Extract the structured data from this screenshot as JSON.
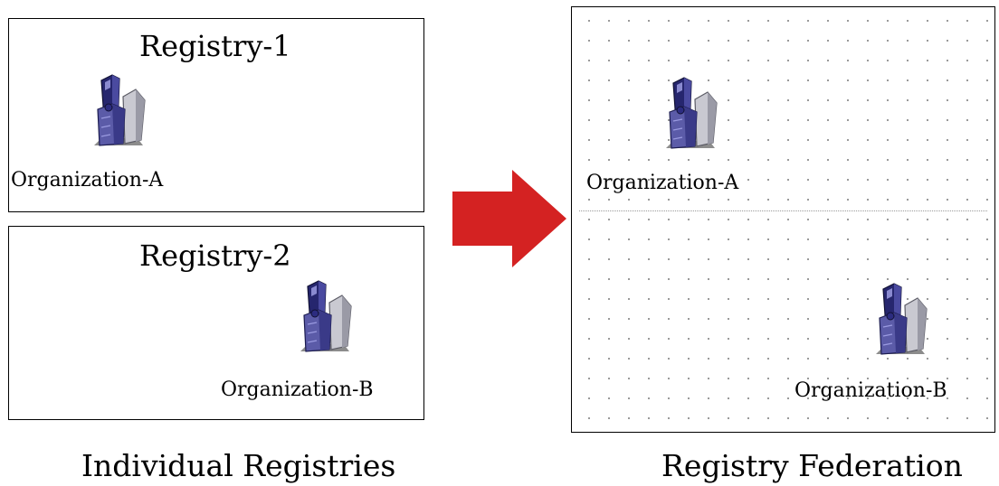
{
  "left": {
    "registries": [
      {
        "title": "Registry-1",
        "organization": "Organization-A"
      },
      {
        "title": "Registry-2",
        "organization": "Organization-B"
      }
    ],
    "caption": "Individual Registries"
  },
  "right": {
    "organizations": [
      "Organization-A",
      "Organization-B"
    ],
    "caption": "Registry Federation"
  },
  "colors": {
    "arrow": "#d42222",
    "building_dark": "#26266e",
    "building_mid": "#5b5ba8",
    "building_light": "#cfcfd6"
  },
  "icons": {
    "organization": "building-icon",
    "transition": "arrow-right-icon"
  }
}
